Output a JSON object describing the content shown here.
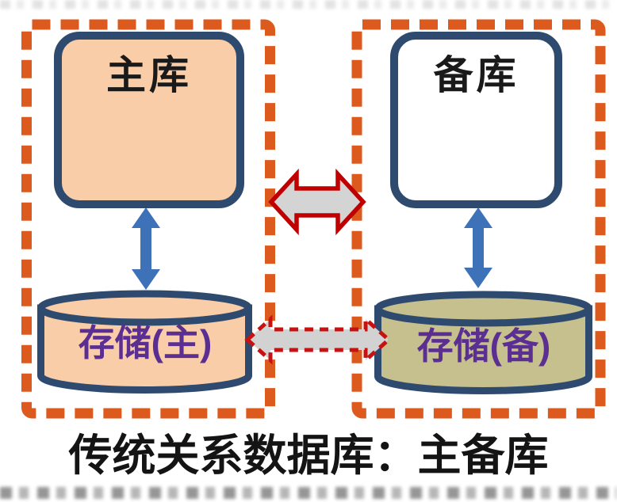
{
  "diagram": {
    "caption": "传统关系数据库：主备库",
    "primary_group": {
      "db_label": "主库",
      "storage_label": "存储(主)"
    },
    "standby_group": {
      "db_label": "备库",
      "storage_label": "存储(备)"
    },
    "connections": {
      "db_sync_arrow": "solid-red-outline-double-arrow",
      "storage_sync_arrow": "dashed-red-outline-double-arrow",
      "db_to_storage_arrows": "blue-vertical-double-arrow"
    },
    "colors": {
      "frame_orange": "#DD5A1E",
      "border_navy": "#2E4A6E",
      "primary_fill_peach": "#FACDA9",
      "standby_storage_fill_khaki": "#C6C08F",
      "storage_text_purple": "#5B2E91",
      "vertical_arrow_blue": "#3E72B8",
      "sync_arrow_outline_red": "#C00000",
      "sync_arrow_fill_gray": "#D4D4D4",
      "caption_black": "#141414"
    }
  }
}
